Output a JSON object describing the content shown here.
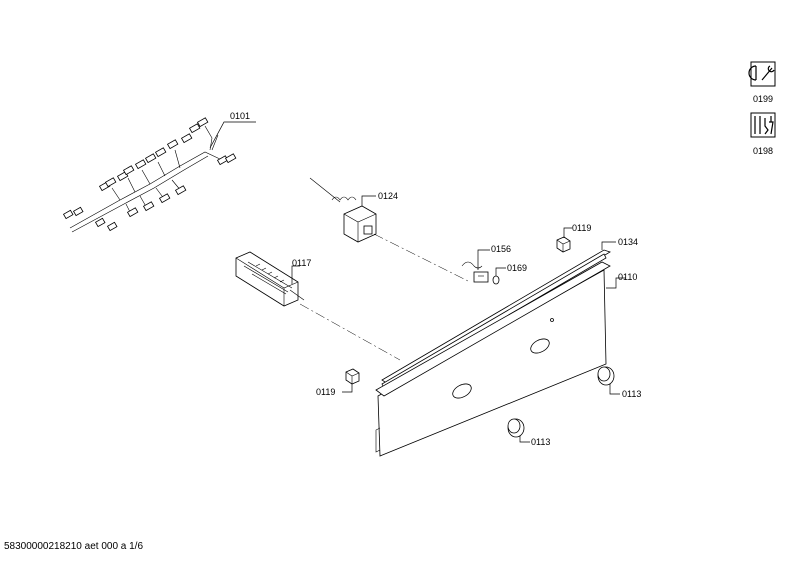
{
  "labels": {
    "p0101": "0101",
    "p0124": "0124",
    "p0117": "0117",
    "p0156": "0156",
    "p0169": "0169",
    "p0119a": "0119",
    "p0119b": "0119",
    "p0134": "0134",
    "p0110": "0110",
    "p0113a": "0113",
    "p0113b": "0113",
    "p0199": "0199",
    "p0198": "0198"
  },
  "icons": {
    "service": "wrench-icon",
    "accessories": "tools-icon"
  },
  "footer": {
    "code": "58300000218210 aet 000 a 1/6"
  }
}
